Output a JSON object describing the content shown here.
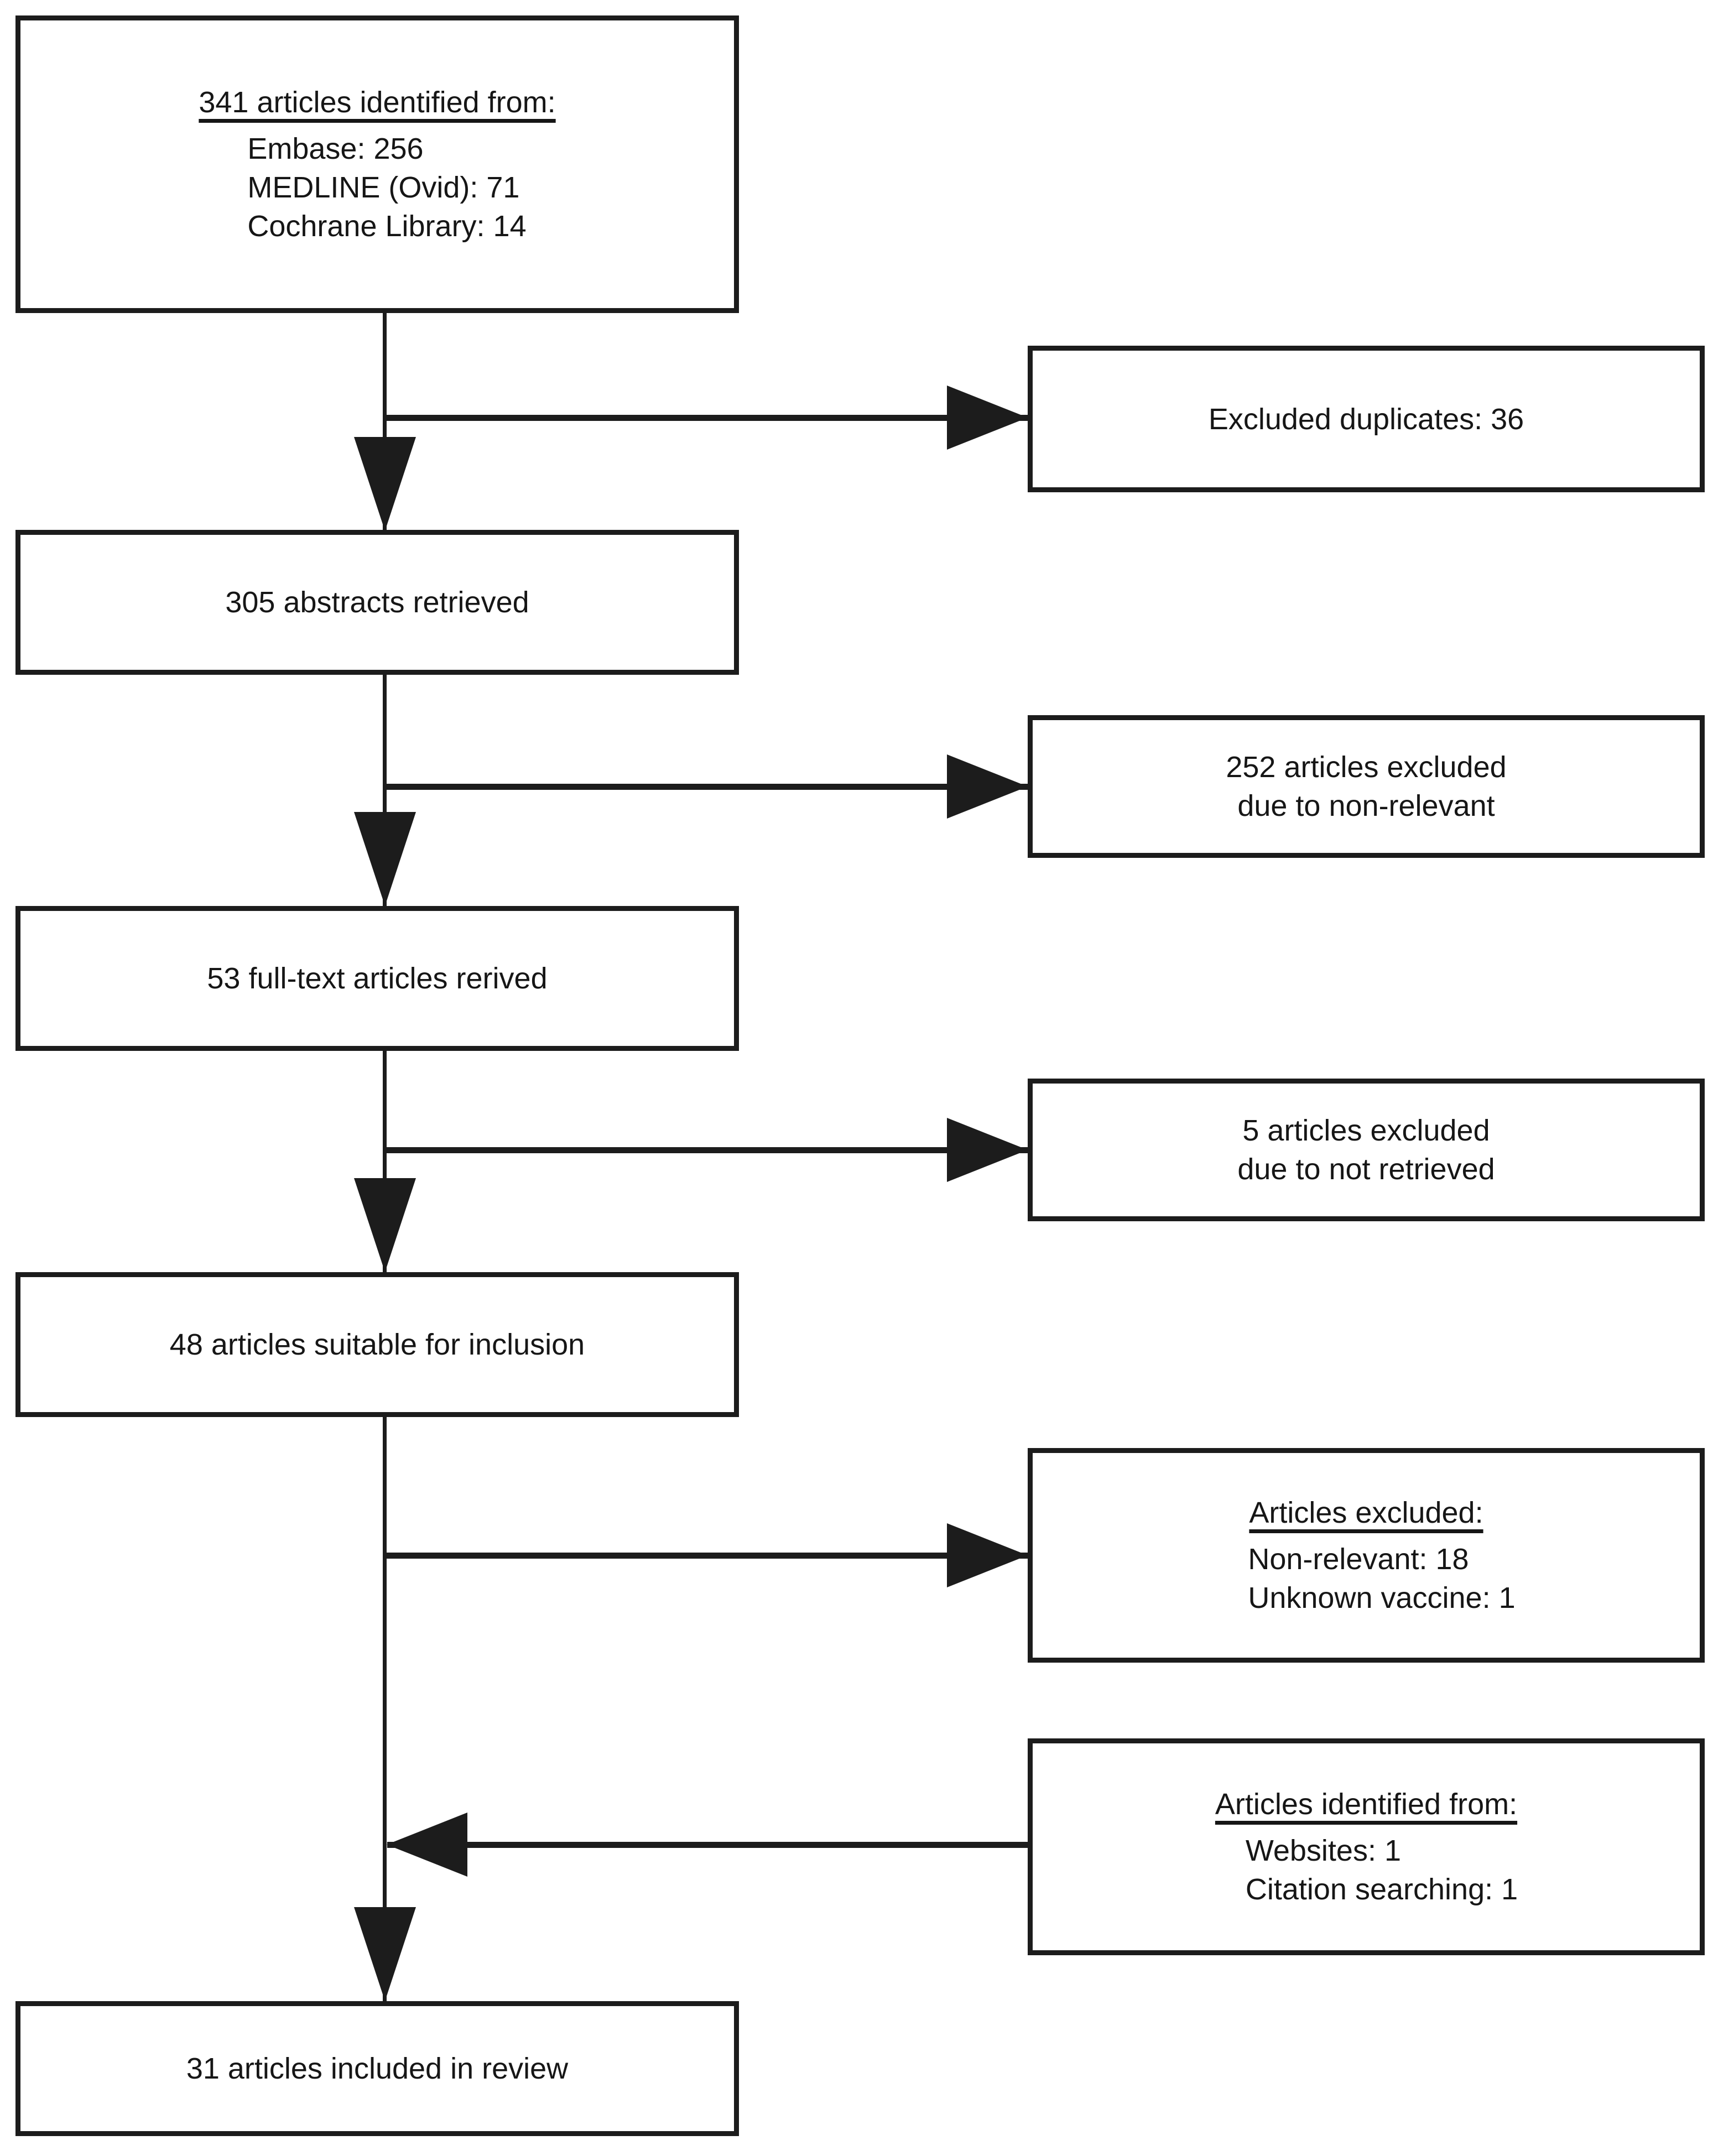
{
  "flowchart": {
    "boxes": {
      "identified": {
        "heading": "341 articles identified from:",
        "items": [
          "Embase: 256",
          "MEDLINE (Ovid): 71",
          "Cochrane Library: 14"
        ]
      },
      "abstracts": {
        "text": "305 abstracts retrieved"
      },
      "fulltext": {
        "text": "53 full-text articles rerived"
      },
      "suitable": {
        "text": "48 articles suitable for inclusion"
      },
      "included": {
        "text": "31 articles included in review"
      },
      "duplicates": {
        "lines": [
          "Excluded duplicates: 36"
        ]
      },
      "nonrelevant": {
        "lines": [
          "252 articles excluded",
          "due to non-relevant"
        ]
      },
      "notretrieved": {
        "lines": [
          "5 articles excluded",
          "due to not retrieved"
        ]
      },
      "excluded": {
        "heading": "Articles excluded:",
        "items": [
          "Non-relevant: 18",
          "Unknown vaccine: 1"
        ]
      },
      "identified_other": {
        "heading": "Articles identified from:",
        "items": [
          "Websites: 1",
          "Citation searching: 1"
        ]
      }
    },
    "colors": {
      "line": "#1c1c1c",
      "text": "#161616",
      "background": "#ffffff"
    }
  }
}
